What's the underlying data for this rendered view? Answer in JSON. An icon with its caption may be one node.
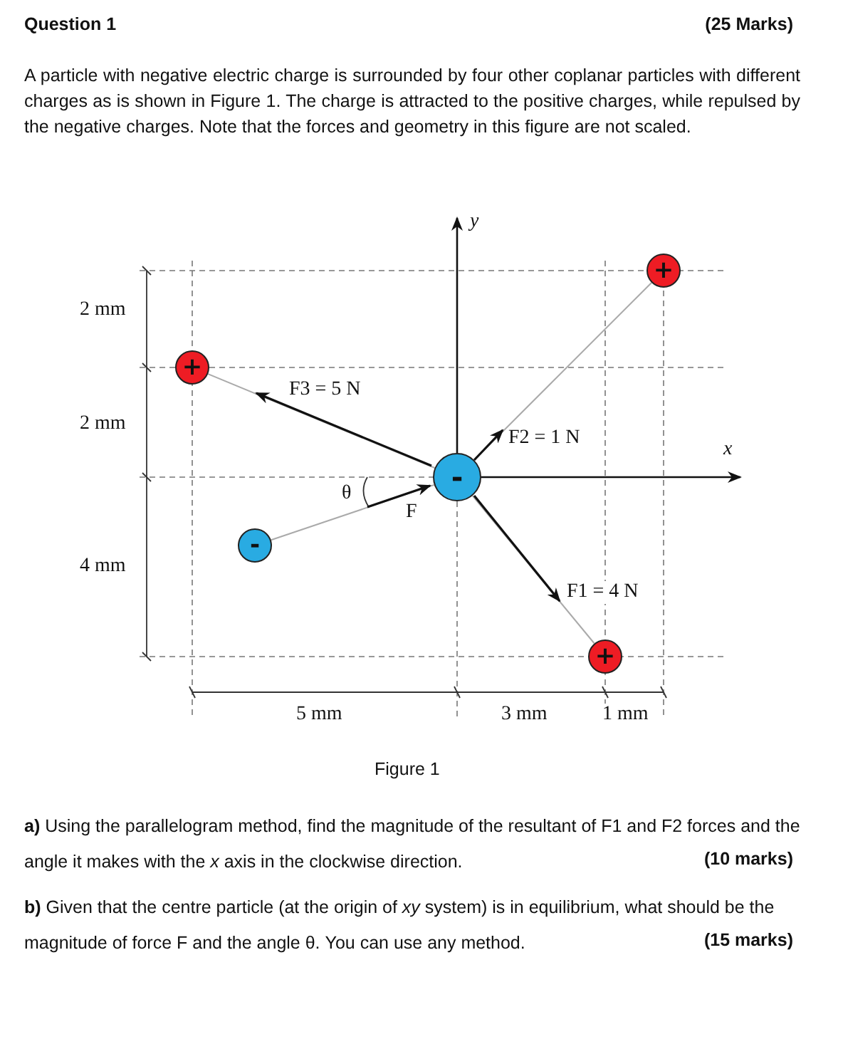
{
  "diagram": {
    "title": "Question 1",
    "caption": "Figure 1",
    "nodes": [
      {
        "text": [
          "+"
        ]
      },
      {
        "text": [
          "+"
        ]
      },
      {
        "text": [
          "-"
        ]
      },
      {
        "text": [
          "-"
        ]
      },
      {
        "text": [
          "+"
        ]
      }
    ],
    "edges": [
      {
        "from": 2,
        "to": 1,
        "arrow": "none"
      },
      {
        "from": 2,
        "to": 0,
        "arrow": "none"
      },
      {
        "from": 3,
        "to": 2,
        "arrow": "none"
      },
      {
        "from": 2,
        "to": 4,
        "arrow": "none"
      }
    ],
    "labels": [
      "(25 Marks)",
      "A particle with negative electric charge is surrounded by four other coplanar particles with different charges as is shown in Figure 1. The charge is attracted to the positive charges, while repulsed by the negative charges. Note that the forces and geometry in this figure are not scaled.",
      "y",
      "2 mm",
      "F3 = 5 N",
      "2 mm",
      "F2 = 1 N",
      "x",
      "θ",
      "F",
      "4 mm",
      "F1 = 4 N",
      "5 mm",
      "3 mm",
      "1 mm",
      "**a)** Using the parallelogram method, find the magnitude of the resultant of F1 and F2 forces and the angle it makes with the *x* axis in the clockwise direction.",
      "(10 marks)",
      "**b)** Given that the centre particle (at the origin of *xy* system) is in equilibrium, what should be the magnitude of force F and the angle θ. You can use any method.",
      "(15 marks)"
    ]
  }
}
